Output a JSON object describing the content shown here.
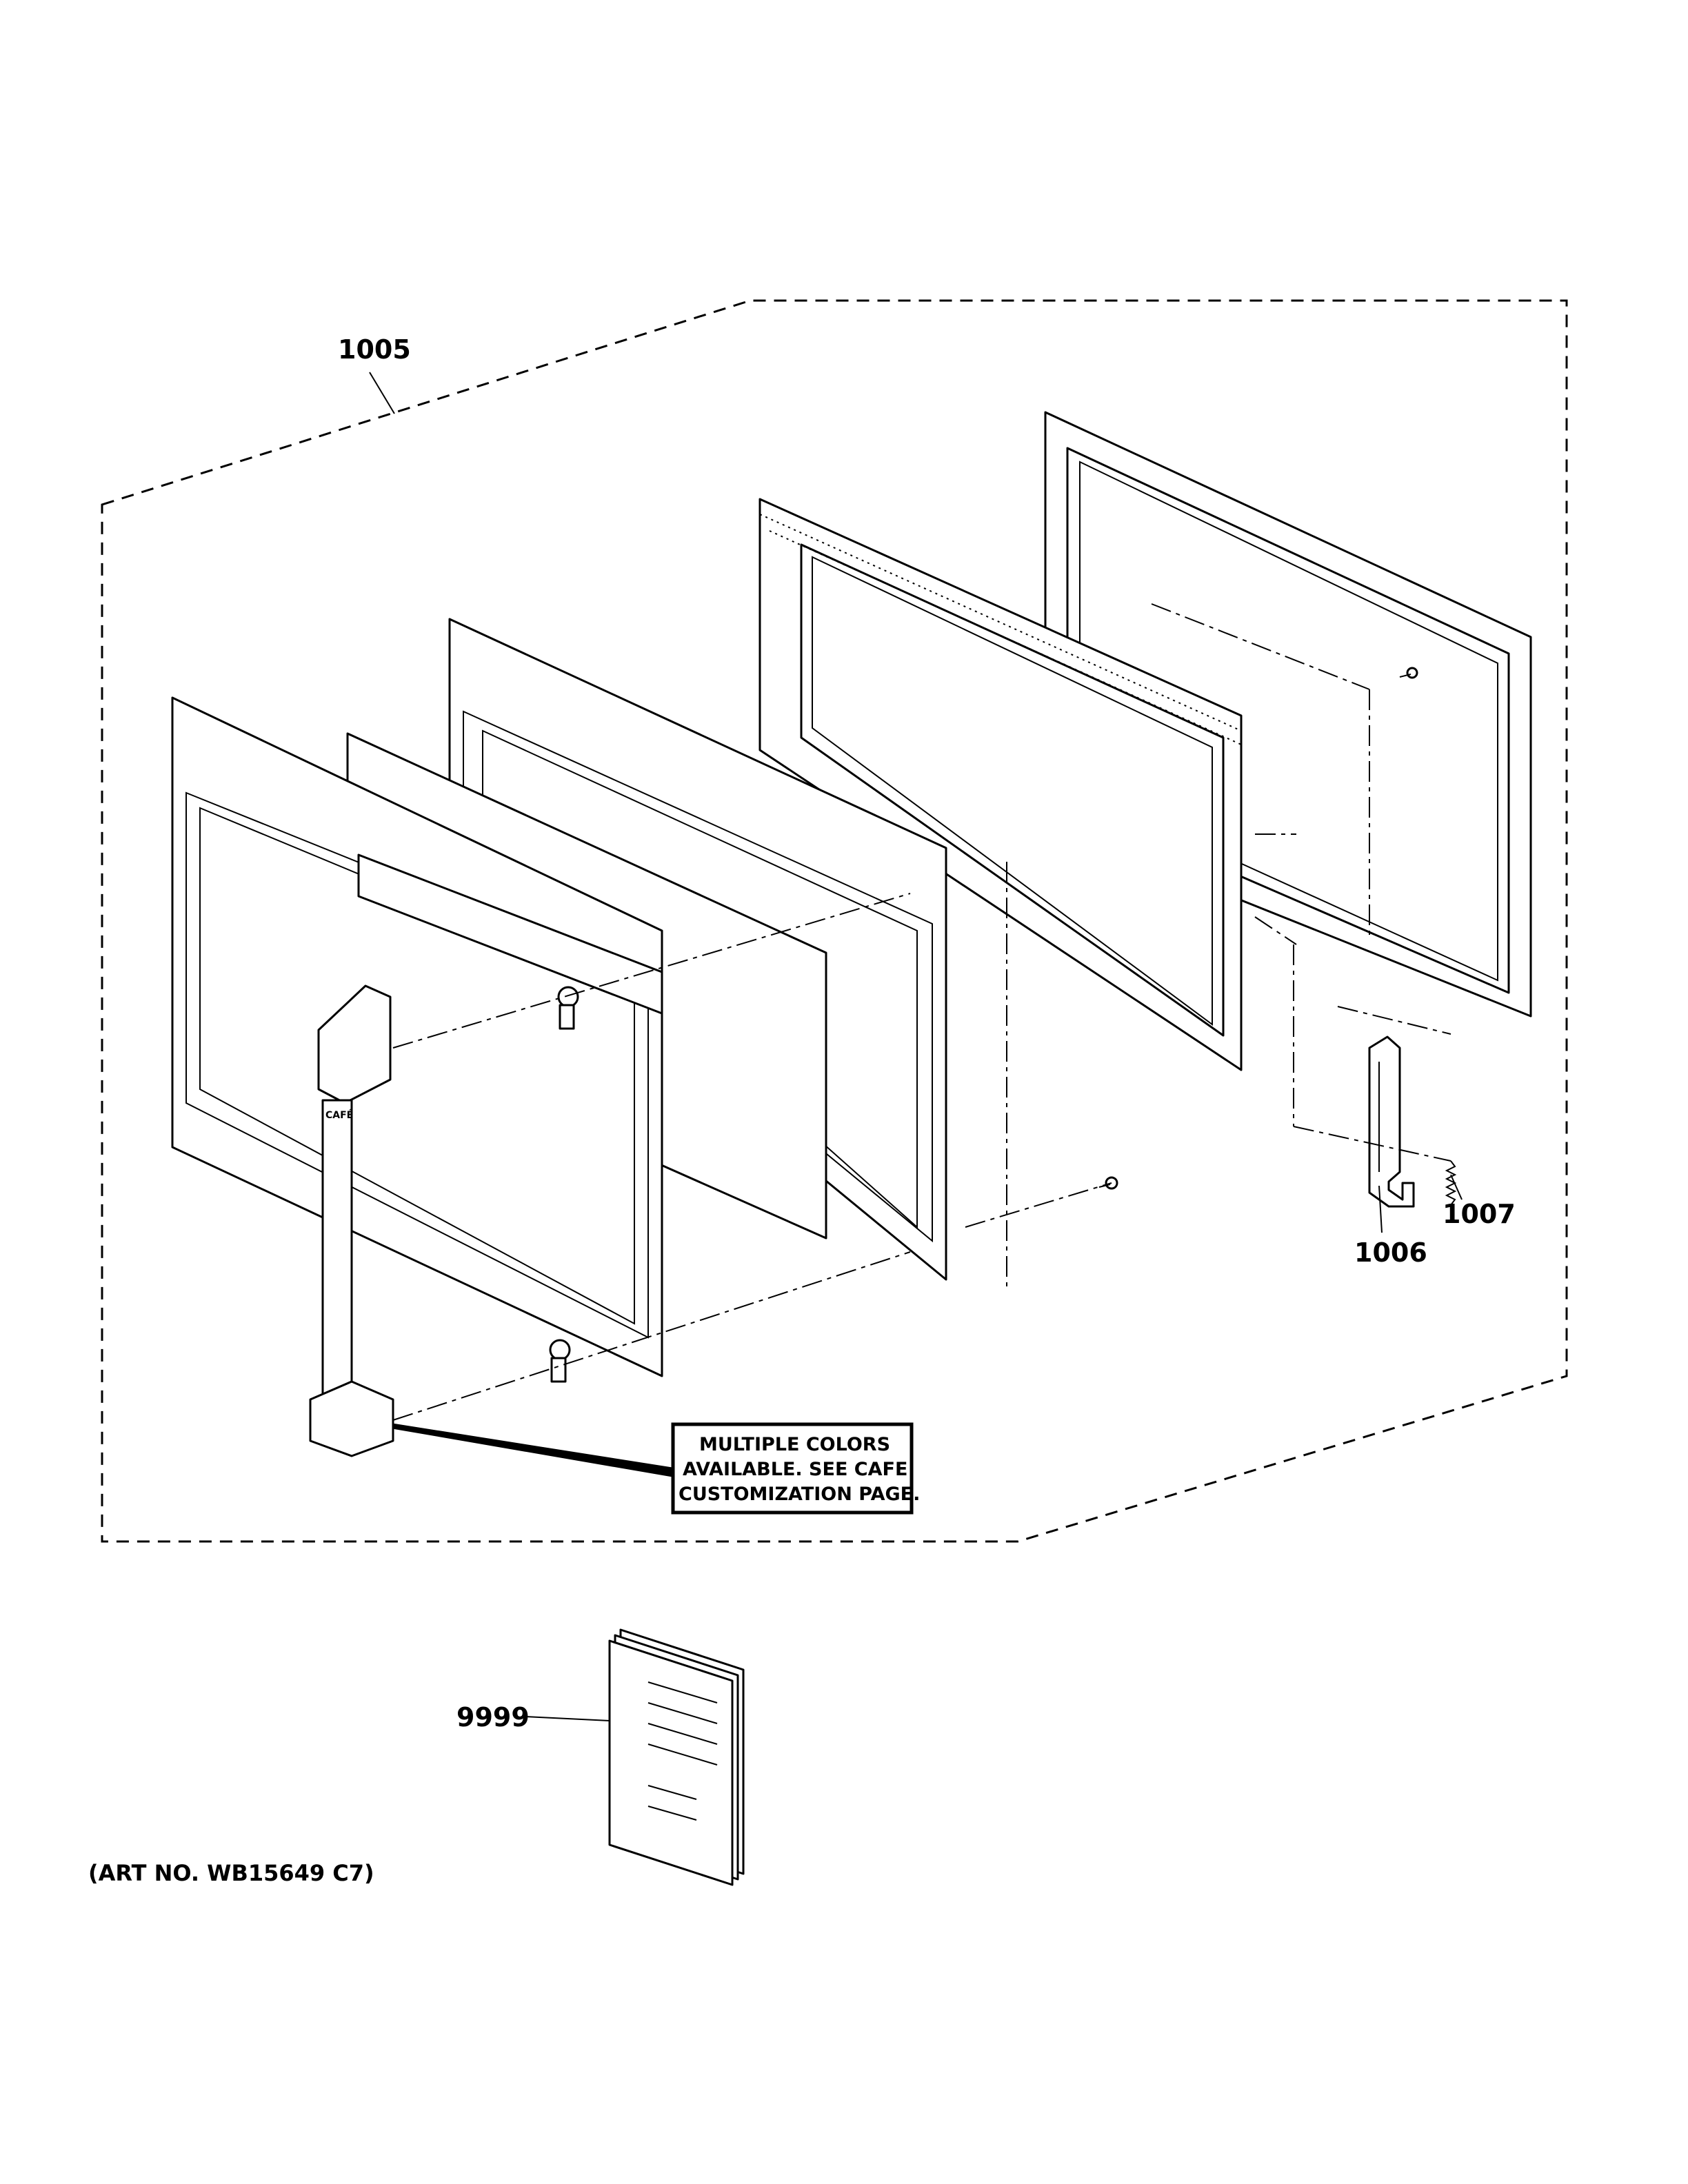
{
  "callouts": {
    "door_assembly": "1005",
    "latch": "1006",
    "spring": "1007",
    "manual": "9999"
  },
  "note": {
    "line1": "MULTIPLE COLORS",
    "line2": "AVAILABLE. SEE CAFE",
    "line3": "CUSTOMIZATION PAGE."
  },
  "handle_logo": "CAFÉ",
  "art_number": "(ART NO. WB15649 C7)"
}
